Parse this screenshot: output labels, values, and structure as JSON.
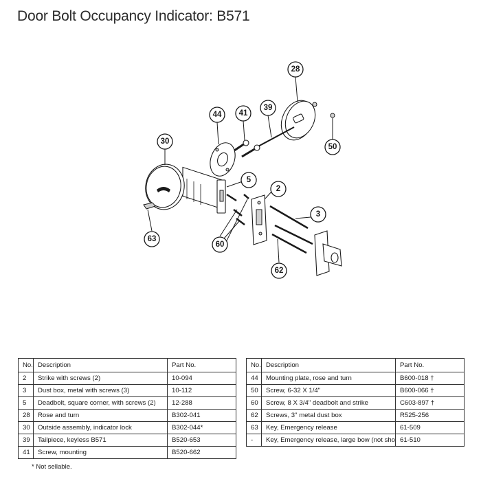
{
  "title": "Door Bolt Occupancy Indicator: B571",
  "callouts": [
    "28",
    "44",
    "41",
    "39",
    "50",
    "30",
    "5",
    "2",
    "3",
    "63",
    "60",
    "62"
  ],
  "table_headers": {
    "no": "No.",
    "description": "Description",
    "part_no": "Part No."
  },
  "table_left": [
    {
      "no": "2",
      "description": "Strike with screws (2)",
      "part_no": "10-094"
    },
    {
      "no": "3",
      "description": "Dust box, metal with screws (3)",
      "part_no": "10-112"
    },
    {
      "no": "5",
      "description": "Deadbolt, square corner, with screws (2)",
      "part_no": "12-288"
    },
    {
      "no": "28",
      "description": "Rose and turn",
      "part_no": "B302-041"
    },
    {
      "no": "30",
      "description": "Outside assembly, indicator lock",
      "part_no": "B302-044*"
    },
    {
      "no": "39",
      "description": "Tailpiece, keyless B571",
      "part_no": "B520-653"
    },
    {
      "no": "41",
      "description": "Screw, mounting",
      "part_no": "B520-662"
    }
  ],
  "table_right": [
    {
      "no": "44",
      "description": "Mounting plate, rose and turn",
      "part_no": "B600-018 †"
    },
    {
      "no": "50",
      "description": "Screw, 6-32 X 1/4\"",
      "part_no": "B600-066 †"
    },
    {
      "no": "60",
      "description": "Screw, 8 X 3/4\" deadbolt and strike",
      "part_no": "C603-897 †"
    },
    {
      "no": "62",
      "description": "Screws, 3\" metal dust box",
      "part_no": "R525-256"
    },
    {
      "no": "63",
      "description": "Key, Emergency release",
      "part_no": "61-509"
    },
    {
      "no": "-",
      "description": "Key, Emergency release, large bow (not shown)",
      "part_no": "61-510"
    }
  ],
  "footnote": "*  Not sellable."
}
